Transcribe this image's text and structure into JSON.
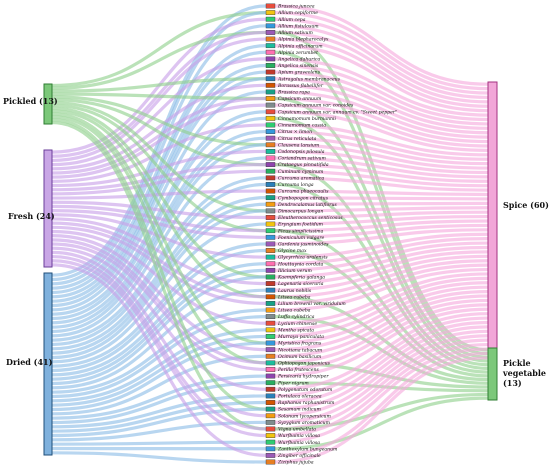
{
  "left_nodes": [
    {
      "id": "pickled",
      "label": "Pickled",
      "count": "(13)",
      "color": "#7cc87a",
      "border": "#2e7d32"
    },
    {
      "id": "fresh",
      "label": "Fresh",
      "count": "(24)",
      "color": "#c9a6e6",
      "border": "#6a3d9a"
    },
    {
      "id": "dried",
      "label": "Dried",
      "count": "(41)",
      "color": "#7fb1dd",
      "border": "#1f4e79"
    }
  ],
  "right_nodes": [
    {
      "id": "spice",
      "label": "Spice",
      "count": "(60)",
      "color": "#f2a6d8",
      "border": "#a3307f"
    },
    {
      "id": "pickle",
      "label": "Pickle vegetable",
      "count": "(13)",
      "color": "#7cc87a",
      "border": "#2e7d32"
    }
  ],
  "flow_colors": {
    "pickled": "#8fd18d",
    "fresh": "#c8a0e8",
    "dried": "#8dbde6",
    "spice": "#f5a9dd"
  },
  "species": [
    "Brassica juncea",
    "Allium cepiforme",
    "Allium cepa",
    "Allium fistulosum",
    "Allium sativum",
    "Alpinia blepharocalyx",
    "Alpinia officinarum",
    "Alpinia zerumbet",
    "Angelica dahurica",
    "Angelica sinensis",
    "Apium graveolens",
    "Astragalus membranaceus",
    "Borassus flabellifer",
    "Brassica rapa",
    "Capsicum annuum",
    "Capsicum annuum var. conoides",
    "Capsicum annuum var. annuum cv. \"Sweet pepper\"",
    "Cinnamomum burmannii",
    "Cinnamomum cassia",
    "Citrus × limon",
    "Citrus reticulata",
    "Clausena lansium",
    "Codonopsis pilosula",
    "Coriandrum sativum",
    "Crataegus pinnatifida",
    "Cuminum cyminum",
    "Curcuma aromatica",
    "Curcuma longa",
    "Curcuma phaeocaulis",
    "Cymbopogon citratus",
    "Dendrocalamus latiflorus",
    "Dimocarpus longan",
    "Eleutherococcus senticosus",
    "Eryngium foetidum",
    "Ficus simplicissima",
    "Foeniculum vulgare",
    "Gardenia jasminoides",
    "Glycine max",
    "Glycyrrhiza uralensis",
    "Houttuynia cordata",
    "Illicium verum",
    "Kaempferia galanga",
    "Lagenaria siceraria",
    "Laurus nobilis",
    "Litsea cubeba",
    "Lilium brownii var. viridulum",
    "Litsea cubeba",
    "Luffa cylindrica",
    "Lycium chinense",
    "Mentha spicata",
    "Murraya paniculata",
    "Myristica fragrans",
    "Nicotiana tabacum",
    "Ocimum basilicum",
    "Ophiopogon japonicus",
    "Perilla frutescens",
    "Persicaria hydropiper",
    "Piper nigrum",
    "Polygonatum odoratum",
    "Portulaca oleracea",
    "Raphanus raphanistrum",
    "Sesamum indicum",
    "Solanum lycopersicum",
    "Syzygium aromaticum",
    "Vigna umbellata",
    "Wurfbainia villosa",
    "Wurfbainia villosa",
    "Zanthoxylum bungeanum",
    "Zingiber officinale",
    "Ziziphus jujuba"
  ],
  "species_colors": [
    "#e74c3c",
    "#f1c40f",
    "#2ecc71",
    "#3498db",
    "#9b59b6",
    "#e67e22",
    "#1abc9c",
    "#ff6fb0",
    "#8e44ad",
    "#27ae60",
    "#c0392b",
    "#2980b9",
    "#d35400",
    "#16a085",
    "#f39c12",
    "#7f8c8d"
  ]
}
